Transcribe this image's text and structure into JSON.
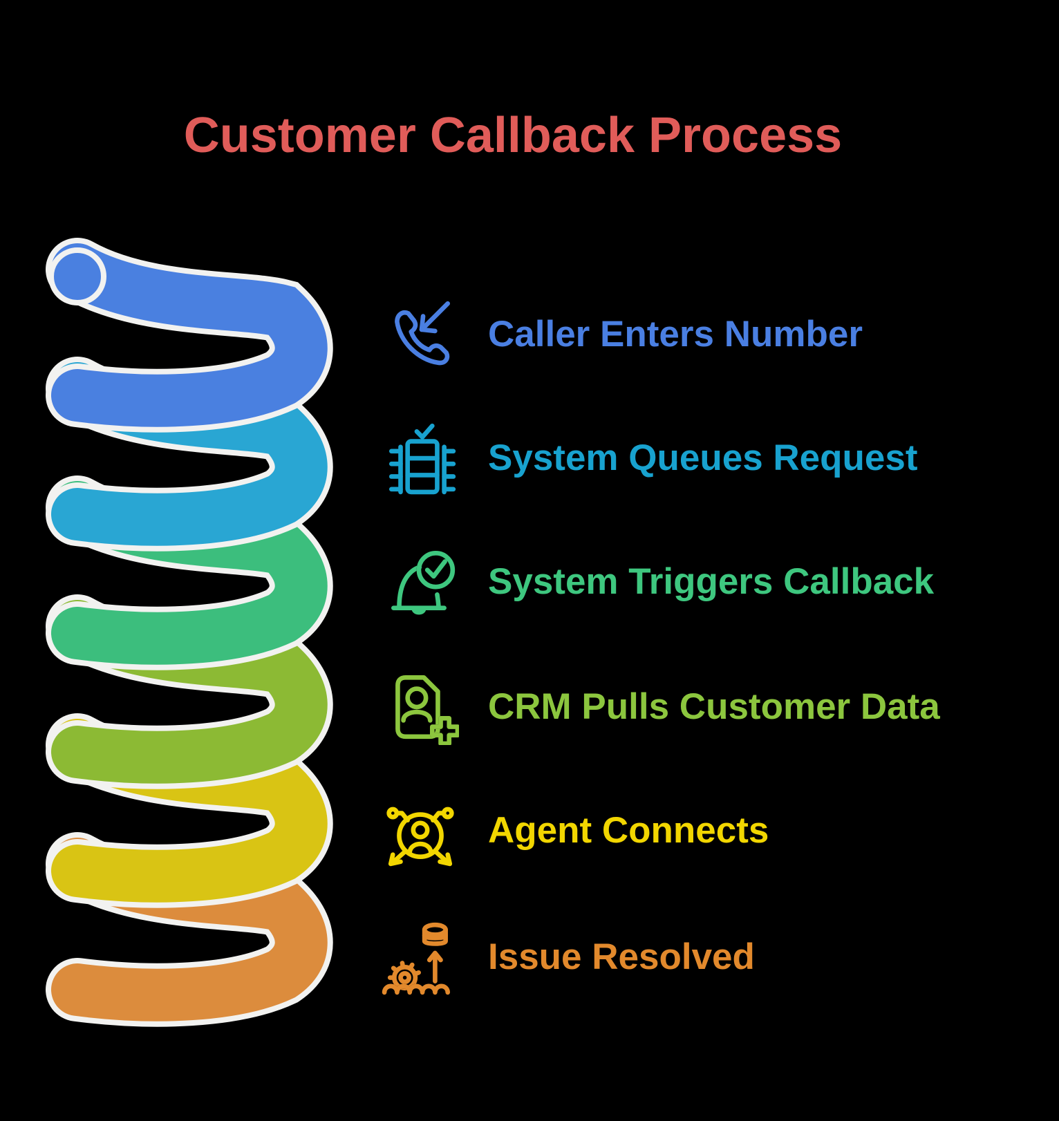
{
  "background": "#000000",
  "title": {
    "text": "Customer Callback Process",
    "color": "#e05c59"
  },
  "steps": [
    {
      "label": "Caller Enters Number",
      "color": "#4a7fe2",
      "icon": "phone-incoming"
    },
    {
      "label": "System Queues Request",
      "color": "#18a2cf",
      "icon": "queue-check"
    },
    {
      "label": "System Triggers Callback",
      "color": "#3ec77f",
      "icon": "bell-check"
    },
    {
      "label": "CRM Pulls Customer Data",
      "color": "#8cc63e",
      "icon": "contact-card-add"
    },
    {
      "label": "Agent Connects",
      "color": "#f2d600",
      "icon": "agent-network"
    },
    {
      "label": "Issue Resolved",
      "color": "#e2892c",
      "icon": "gear-resolve"
    }
  ],
  "spiral": {
    "description": "six-turn coil spring, one color per process step, top to bottom",
    "outline_color": "#f2f2f0",
    "turn_colors": [
      "#4a80e0",
      "#29a6d3",
      "#3cbe7d",
      "#8cba34",
      "#d9c414",
      "#dc8c3d"
    ]
  }
}
